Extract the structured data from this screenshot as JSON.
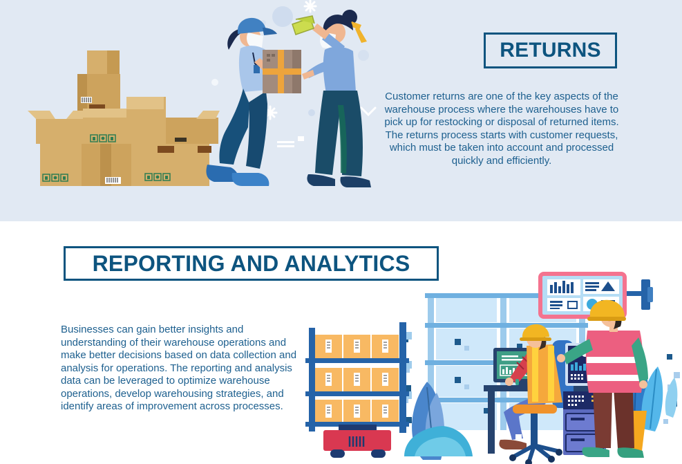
{
  "returns_section": {
    "title": "RETURNS",
    "paragraph": "Customer returns are one of the key aspects of the warehouse process where the warehouses have to pick up for restocking or disposal of returned items. The returns process starts with customer requests, which must be taken into account and processed quickly and efficiently.",
    "illustration_alt": "masked courier handing a taped parcel to a masked customer paying with cash, beside stacked cardboard boxes",
    "background_color": "#e1e9f3"
  },
  "reporting_section": {
    "title": "REPORTING AND ANALYTICS",
    "paragraph": "Businesses can gain better insights and understanding of their warehouse operations and make better decisions based on data collection and analysis for operations. The reporting and analysis data can be leveraged to optimize warehouse operations, develop warehousing strategies, and identify areas of improvement across processes.",
    "illustration_alt": "two warehouse workers in hard hats reviewing analytics dashboards beside a rack of barcoded boxes",
    "background_color": "#ffffff"
  },
  "colors": {
    "title_blue": "#0d547f",
    "body_text_blue": "#1e608f",
    "box_tan": "#d6af6c",
    "rack_navy": "#2563a8",
    "cart_red": "#d93851",
    "vest_orange": "#f5a83c",
    "vest_pink": "#ec5f80",
    "helmet_yellow": "#f2b622",
    "screen_teal": "#3f9e86",
    "dashboard_pink_frame": "#f4738f",
    "leaf_blue": "#4a86cc",
    "leaf_light_blue": "#54b7ea"
  }
}
